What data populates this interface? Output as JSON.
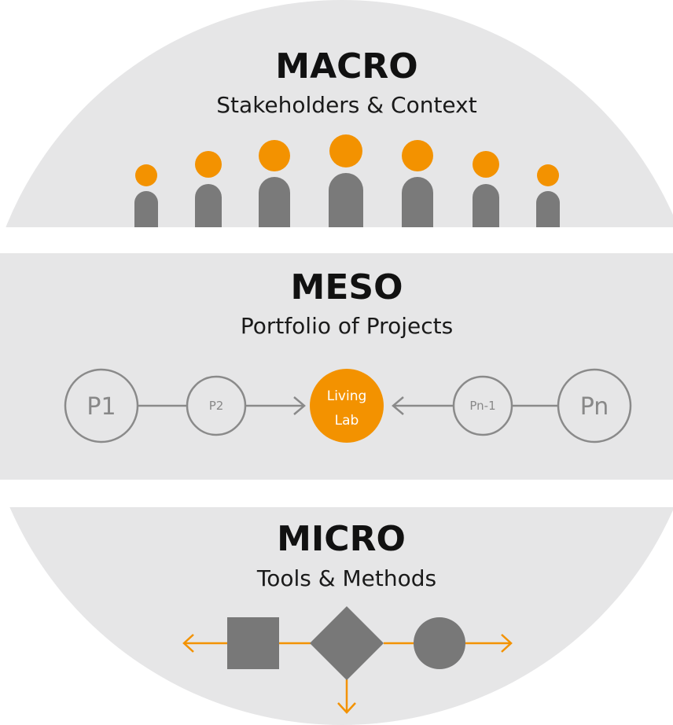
{
  "levels": {
    "macro": {
      "title": "MACRO",
      "subtitle": "Stakeholders & Context"
    },
    "meso": {
      "title": "MESO",
      "subtitle": "Portfolio of Projects",
      "nodes": {
        "p1": "P1",
        "p2": "P2",
        "hub_line1": "Living",
        "hub_line2": "Lab",
        "pn_minus_1": "Pn-1",
        "pn": "Pn"
      }
    },
    "micro": {
      "title": "MICRO",
      "subtitle": "Tools & Methods"
    }
  },
  "colors": {
    "band_fill": "#e6e6e7",
    "accent_orange": "#f39200",
    "figure_gray": "#7a7a7a",
    "node_stroke": "#8a8a8a",
    "shape_gray": "#787878"
  },
  "icons": {
    "stakeholders": "person-icon",
    "tools": [
      "square-shape",
      "diamond-shape",
      "circle-shape"
    ]
  }
}
